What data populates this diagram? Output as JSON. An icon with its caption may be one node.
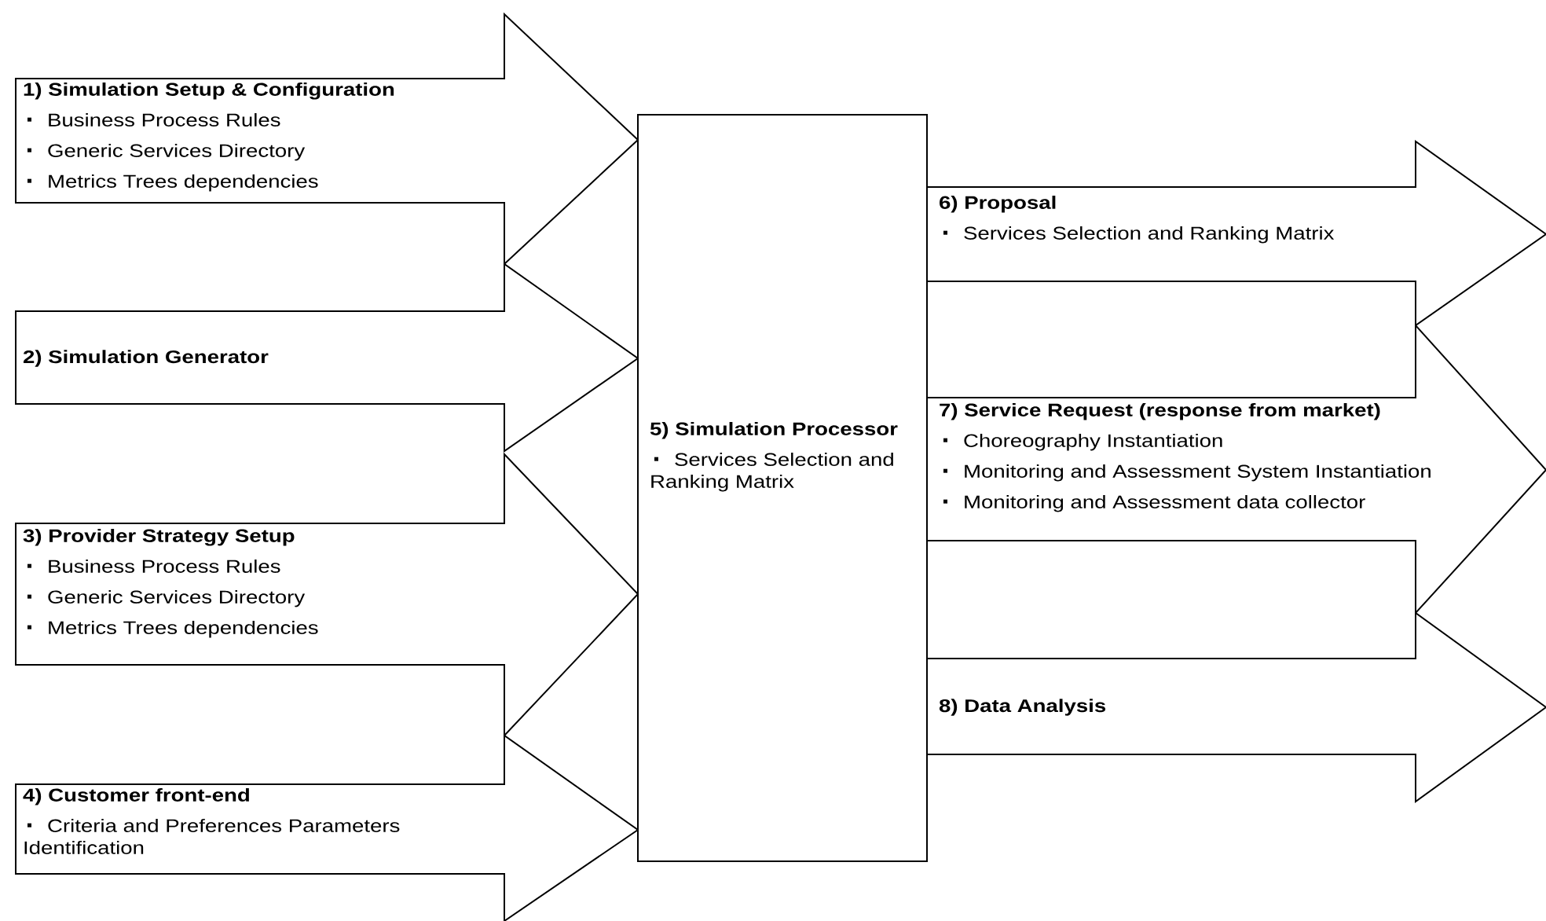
{
  "diagram": {
    "nodes": [
      {
        "text": [
          "1) Simulation Setup & Configuration",
          "Business Process Rules",
          "Generic Services Directory",
          "Metrics Trees dependencies"
        ]
      },
      {
        "text": [
          "2) Simulation Generator"
        ]
      },
      {
        "text": [
          "3) Provider Strategy Setup",
          "Business Process Rules",
          "Generic Services Directory",
          "Metrics Trees dependencies"
        ]
      },
      {
        "text": [
          "4) Customer front-end",
          "Criteria and Preferences Parameters Identification"
        ]
      },
      {
        "text": [
          "5) Simulation Processor",
          "Services Selection and Ranking Matrix"
        ]
      },
      {
        "text": [
          "6) Proposal",
          "Services Selection and Ranking Matrix"
        ]
      },
      {
        "text": [
          "7) Service Request (response from market)",
          "Choreography Instantiation",
          "Monitoring and Assessment System Instantiation",
          "Monitoring and Assessment data collector"
        ]
      },
      {
        "text": [
          "8) Data Analysis"
        ]
      }
    ]
  }
}
